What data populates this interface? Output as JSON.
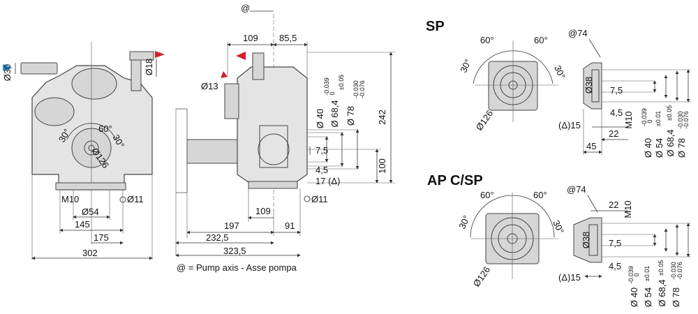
{
  "legend": "@ = Pump axis - Asse pompa",
  "axis_symbol": "@",
  "front_view": {
    "d_inlet": "Ø30",
    "d_outlet": "Ø18",
    "d_flange": "Ø126",
    "angle_left": "30°",
    "angle_mid": "60°",
    "angle_right": "30°",
    "m10": "M10",
    "d11": "Ø11",
    "d54": "Ø54",
    "w145": "145",
    "w175": "175",
    "w302": "302",
    "inlet_arrow_color": "#2a8fd0",
    "outlet_arrow_color": "#d0202a"
  },
  "side_view": {
    "w109_top": "109",
    "w85_5": "85,5",
    "d13": "Ø13",
    "d40": "Ø 40",
    "d40_tol_up": "-0.039",
    "d40_tol_lo": "0",
    "d68": "Ø 68,4",
    "d68_tol": "±0.05",
    "d78": "Ø 78",
    "d78_tol_up": "-0.030",
    "d78_tol_lo": "-0.076",
    "h242": "242",
    "h100": "100",
    "v7_5": "7,5",
    "v4_5": "4,5",
    "v17": "17 (Δ)",
    "d11": "Ø11",
    "w109_bot": "109",
    "w197": "197",
    "w91": "91",
    "w232_5": "232,5",
    "w323_5": "323,5"
  },
  "sp": {
    "title": "SP",
    "a74": "@74",
    "angle_left": "30°",
    "angle_mid1": "60°",
    "angle_mid2": "60°",
    "angle_right": "30°",
    "d126": "Ø126",
    "d38": "Ø38",
    "v7_5": "7,5",
    "v4_5": "4,5",
    "m10": "M10",
    "v15": "(Δ)15",
    "v22": "22",
    "v45": "45",
    "d40": "Ø 40",
    "d40_tol_up": "-0.039",
    "d40_tol_lo": "0",
    "d54": "Ø 54",
    "d54_tol": "±0.01",
    "d68": "Ø 68,4",
    "d68_tol": "±0.05",
    "d78": "Ø 78",
    "d78_tol_up": "-0.030",
    "d78_tol_lo": "-0.076"
  },
  "apcsp": {
    "title": "AP C/SP",
    "a74": "@74",
    "angle_left": "30°",
    "angle_mid1": "60°",
    "angle_mid2": "60°",
    "angle_right": "30°",
    "d126": "Ø126",
    "d38": "Ø38",
    "v22": "22",
    "m10": "M10",
    "v7_5": "7,5",
    "v4_5": "4,5",
    "v15": "(Δ)15",
    "d40": "Ø 40",
    "d40_tol_up": "-0.039",
    "d40_tol_lo": "0",
    "d54": "Ø 54",
    "d54_tol": "±0.01",
    "d68": "Ø 68,4",
    "d68_tol": "±0.05",
    "d78": "Ø 78",
    "d78_tol_up": "-0.030",
    "d78_tol_lo": "-0.076"
  }
}
